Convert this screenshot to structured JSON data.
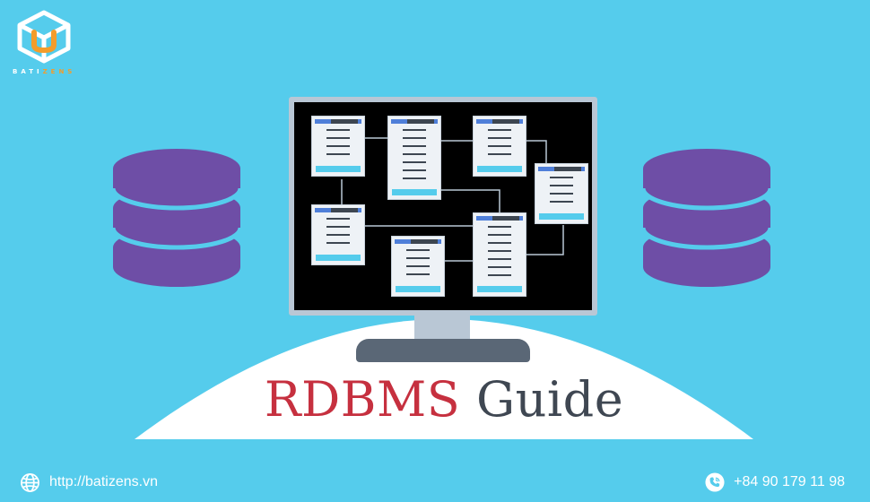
{
  "brand": {
    "logo_icon": "cube-logo-icon",
    "name_prefix": "BATI",
    "name_suffix": "ZENS",
    "accent_color": "#f39c2b"
  },
  "banner": {
    "title_part1": "RDBMS",
    "title_part2": "Guide",
    "title_color_1": "#c6303f",
    "title_color_2": "#3f4752",
    "background_color": "#55ccec",
    "database_color": "#6e4ea6",
    "database_icon": "database-icon",
    "monitor_icon": "monitor-icon",
    "table_icon": "table-card-icon"
  },
  "footer": {
    "website_icon": "globe-icon",
    "website": "http://batizens.vn",
    "phone_icon": "phone-icon",
    "phone": "+84 90 179 11 98"
  }
}
